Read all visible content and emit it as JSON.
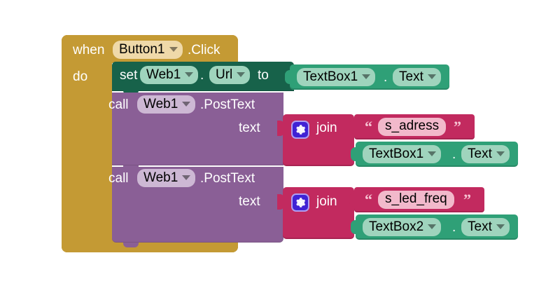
{
  "app": {
    "name": "MIT App Inventor Blocks Editor",
    "workspace_background": "#ffffff"
  },
  "colors": {
    "event_block": "#c49a34",
    "event_field": "#efd9a9",
    "setter_block": "#17624a",
    "getter_block": "#2fa077",
    "getter_field": "#9fd4bd",
    "call_block": "#8a5f96",
    "call_field": "#cdb8d4",
    "text_block": "#c22a5f",
    "text_field": "#f2b9cb",
    "mutator_button": "#4022d4"
  },
  "blocks": {
    "event": {
      "type": "event",
      "when_label": "when",
      "component": "Button1",
      "event_name": ".Click",
      "do_label": "do",
      "dropdown_icon": "chevron-down-icon"
    },
    "setter": {
      "type": "set",
      "set_label": "set",
      "component": "Web1",
      "dot": ".",
      "property": "Url",
      "to_label": "to",
      "value": {
        "component": "TextBox1",
        "dot": ".",
        "property": "Text"
      }
    },
    "calls": [
      {
        "type": "call",
        "call_label": "call",
        "component": "Web1",
        "method": ".PostText",
        "arg_label": "text",
        "value": {
          "type": "join",
          "mutator_icon": "gear-icon",
          "join_label": "join",
          "items": [
            {
              "type": "text",
              "open_quote": "“",
              "value": "s_adress",
              "close_quote": "”"
            },
            {
              "type": "getter",
              "component": "TextBox1",
              "dot": ".",
              "property": "Text"
            }
          ]
        }
      },
      {
        "type": "call",
        "call_label": "call",
        "component": "Web1",
        "method": ".PostText",
        "arg_label": "text",
        "value": {
          "type": "join",
          "mutator_icon": "gear-icon",
          "join_label": "join",
          "items": [
            {
              "type": "text",
              "open_quote": "“",
              "value": "s_led_freq",
              "close_quote": "”"
            },
            {
              "type": "getter",
              "component": "TextBox2",
              "dot": ".",
              "property": "Text"
            }
          ]
        }
      }
    ]
  }
}
